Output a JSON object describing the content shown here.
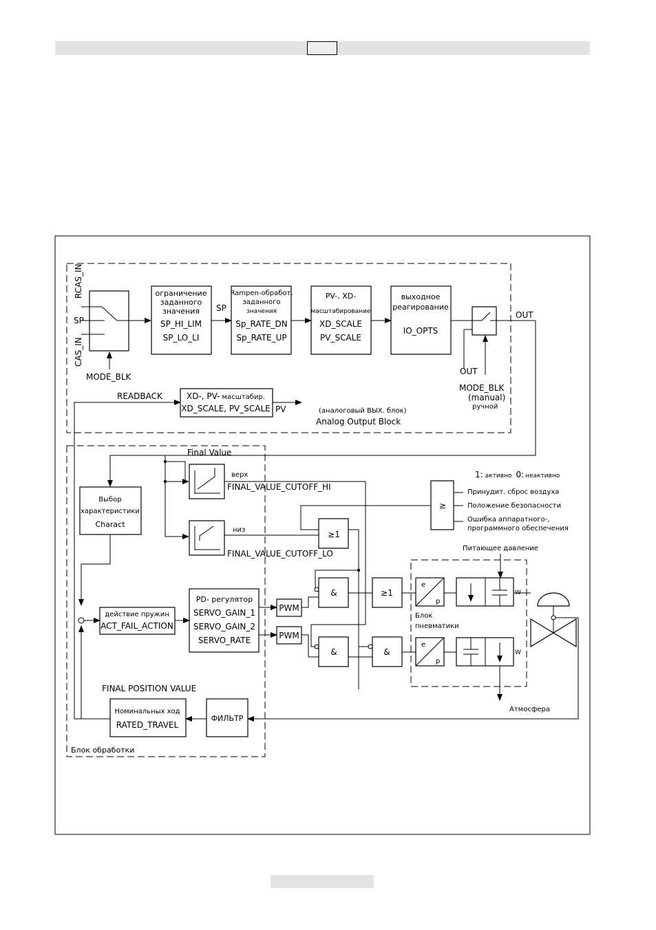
{
  "inputs": {
    "rcas_in": "RCAS_IN",
    "sp": "SP",
    "cas_in": "CAS_IN",
    "mode_blk": "MODE_BLK"
  },
  "limit_block": {
    "l1": "ограничение",
    "l2": "заданного",
    "l3": "значения",
    "l4": "SP_HI_LIM",
    "l5": "SP_LO_LI"
  },
  "sp_label": "SP",
  "rate_block": {
    "l1": "Rampen-обработ.",
    "l2": "заданного",
    "l3": "значения",
    "l4": "Sp_RATE_DN",
    "l5": "Sp_RATE_UP"
  },
  "scale_block": {
    "l1": "PV-, XD-",
    "l2": "масштабирование",
    "l3": "XD_SCALE",
    "l4": "PV_SCALE"
  },
  "output_block": {
    "l1": "выходное",
    "l2": "реагирование",
    "l3": "IO_OPTS"
  },
  "out_label": "OUT",
  "out_label2": "OUT",
  "mode_blk2": {
    "l1": "MODE_BLK",
    "l2": "(manual)",
    "l3": "ручной"
  },
  "readback": "READBACK",
  "readback_block": {
    "l1a": "XD-, PV-",
    "l1b": "масштабир.",
    "l2": "XD_SCALE, PV_SCALE"
  },
  "pv_label": "PV",
  "ao_note": "(аналоговый ВЫХ. блок)",
  "ao_title": "Analog Output Block",
  "final_value": "Final Value",
  "cutoff_hi": {
    "l1": "верх",
    "l2": "FINAL_VALUE_CUTOFF_HI"
  },
  "cutoff_lo": {
    "l1": "низ",
    "l2": "FINAL_VALUE_CUTOFF_LO"
  },
  "charact": {
    "l1": "Выбор",
    "l2": "характеристики",
    "l3": "Charact"
  },
  "legend": {
    "one": "1:",
    "one_text": "активно",
    "zero": "0:",
    "zero_text": "неактивно"
  },
  "forcing": {
    "l1": "Принудит. сброс воздуха",
    "l2": "Положение безопасности",
    "l3": "Ошибка аппаратного-,",
    "l4": "программного обеспечения"
  },
  "ge_symbol": "≥",
  "or_symbol": "≥1",
  "and_symbol": "&",
  "supply_pressure": "Питающее давление",
  "spring": {
    "l1": "действие пружин",
    "l2": "ACT_FAIL_ACTION"
  },
  "pd": {
    "l1": "PD- регулятор",
    "l2": "SERVO_GAIN_1",
    "l3": "SERVO_GAIN_2",
    "l4": "SERVO_RATE"
  },
  "pwm": "PWM",
  "ep": {
    "e": "e",
    "p": "p"
  },
  "pneumatic": {
    "l1": "Блок",
    "l2": "пневматики"
  },
  "w": "W",
  "atmosphere": "Атмосфера",
  "final_position": "FINAL POSITION VALUE",
  "rated": {
    "l1": "Номинальных ход",
    "l2": "RATED_TRAVEL"
  },
  "filter": "ФИЛЬТР",
  "processing_block": "Блок  обработки"
}
